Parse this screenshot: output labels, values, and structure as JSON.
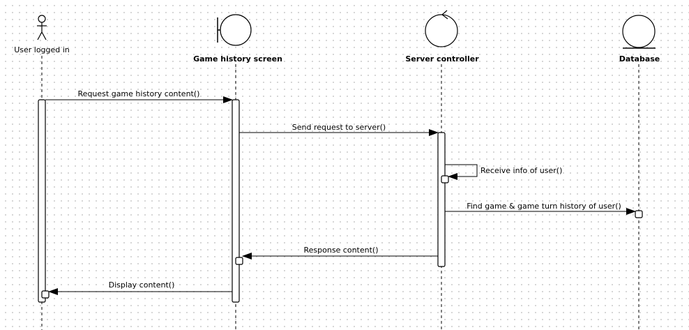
{
  "participants": {
    "user": "User logged in",
    "screen": "Game history screen",
    "controller": "Server controller",
    "database": "Database"
  },
  "messages": {
    "m1": "Request game history content()",
    "m2": "Send request to server()",
    "m3": "Receive info of user()",
    "m4": "Find game & game turn history of user()",
    "m5": "Response content()",
    "m6": "Display content()"
  }
}
